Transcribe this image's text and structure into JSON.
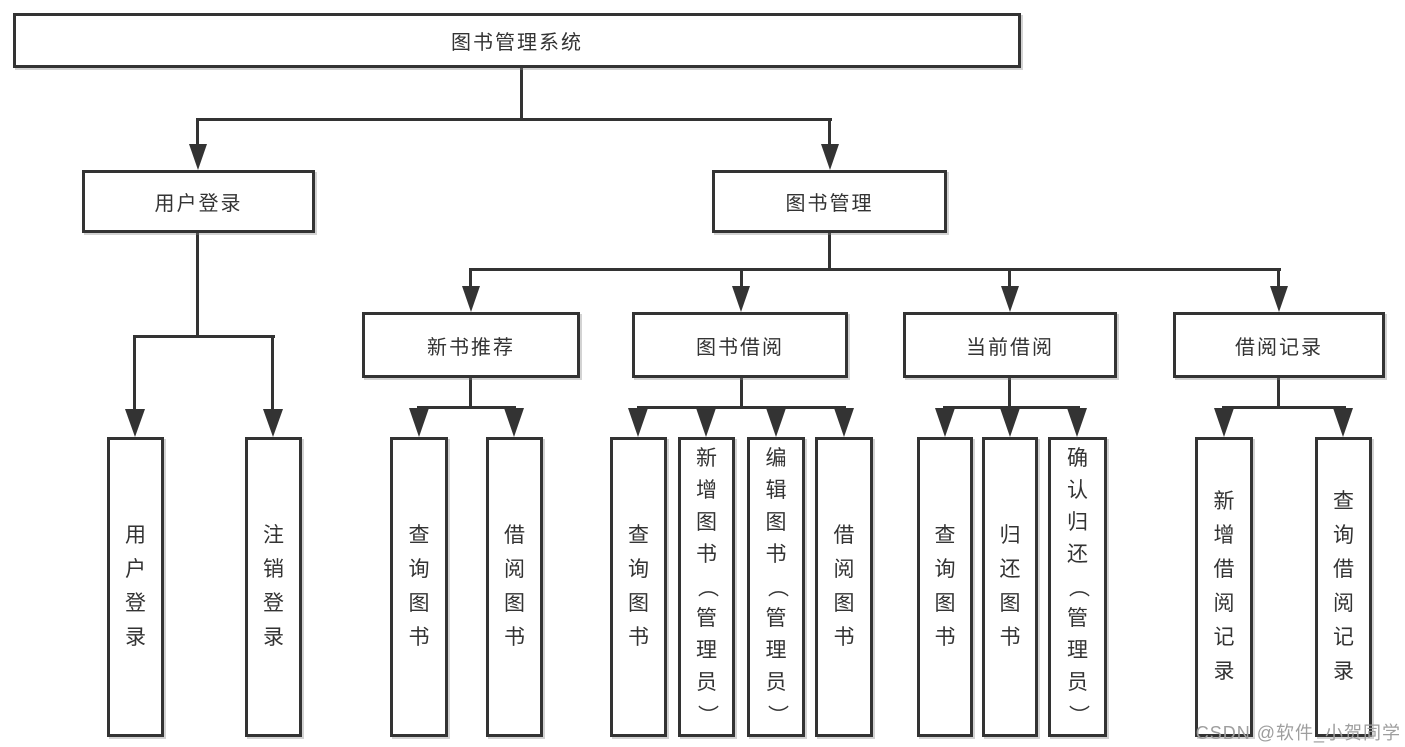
{
  "tree": {
    "root": {
      "label": "图书管理系统"
    },
    "branches": [
      {
        "label": "用户登录",
        "children": [
          {
            "label": "用户登录"
          },
          {
            "label": "注销登录"
          }
        ]
      },
      {
        "label": "图书管理",
        "children": [
          {
            "label": "新书推荐",
            "children": [
              {
                "label": "查询图书"
              },
              {
                "label": "借阅图书"
              }
            ]
          },
          {
            "label": "图书借阅",
            "children": [
              {
                "label": "查询图书"
              },
              {
                "label": "新增图书（管理员）"
              },
              {
                "label": "编辑图书（管理员）"
              },
              {
                "label": "借阅图书"
              }
            ]
          },
          {
            "label": "当前借阅",
            "children": [
              {
                "label": "查询图书"
              },
              {
                "label": "归还图书"
              },
              {
                "label": "确认归还（管理员）"
              }
            ]
          },
          {
            "label": "借阅记录",
            "children": [
              {
                "label": "新增借阅记录"
              },
              {
                "label": "查询借阅记录"
              }
            ]
          }
        ]
      }
    ]
  },
  "watermark": {
    "text": "CSDN @软件_小贺同学",
    "color": "#9e9e9e"
  },
  "colors": {
    "line": "#333333",
    "text": "#333333",
    "background": "#ffffff"
  }
}
